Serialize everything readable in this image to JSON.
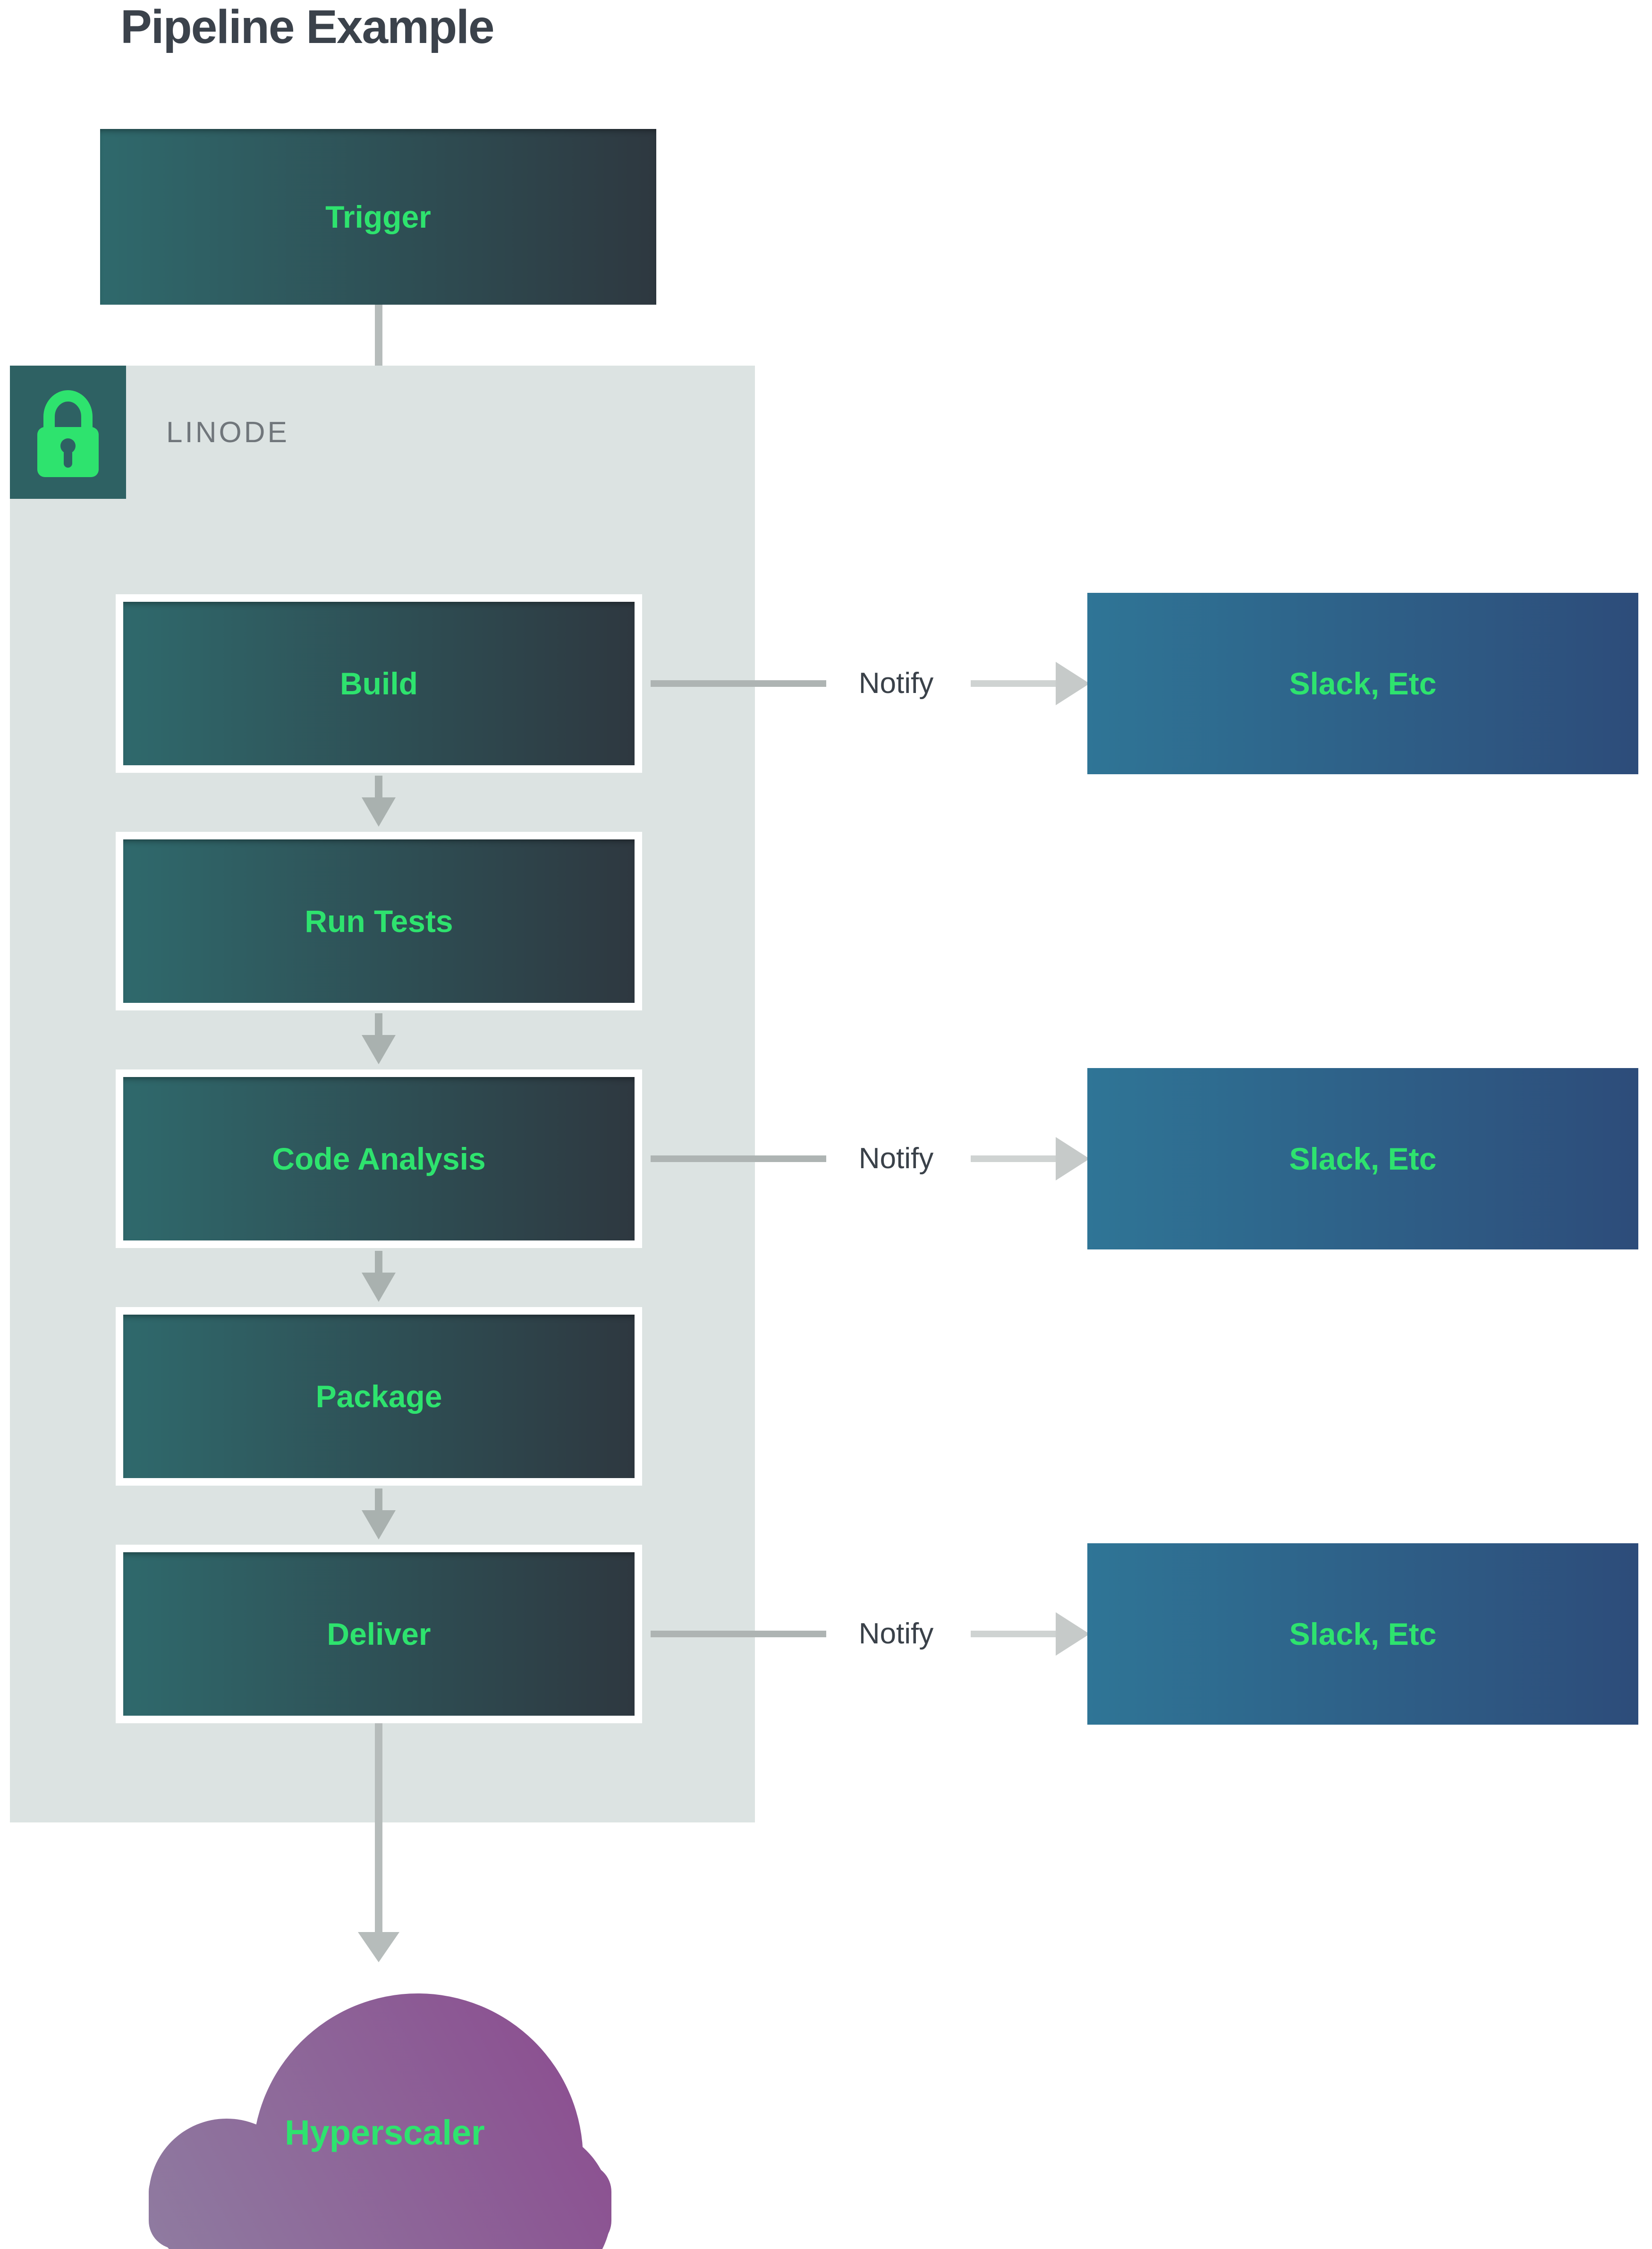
{
  "title": "Pipeline Example",
  "trigger": {
    "label": "Trigger"
  },
  "linode": {
    "label": "LINODE",
    "icon": "lock-icon"
  },
  "stages": [
    {
      "label": "Build"
    },
    {
      "label": "Run Tests"
    },
    {
      "label": "Code Analysis"
    },
    {
      "label": "Package"
    },
    {
      "label": "Deliver"
    }
  ],
  "notify_rows": [
    {
      "label": "Notify",
      "target": "Slack, Etc"
    },
    {
      "label": "Notify",
      "target": "Slack, Etc"
    },
    {
      "label": "Notify",
      "target": "Slack, Etc"
    }
  ],
  "cloud": {
    "label": "Hyperscaler"
  },
  "colors": {
    "accent_green": "#2ee36e",
    "stage_gradient_start": "#2f696c",
    "stage_gradient_end": "#2e3840",
    "slack_gradient_start": "#2f7596",
    "slack_gradient_end": "#2d4c7a",
    "cloud_gradient_start": "#8f7ba0",
    "cloud_gradient_end": "#8b4a8f",
    "container_bg": "#dce3e2",
    "lock_badge_bg": "#2e6163",
    "arrow_gray": "#b6bcbb",
    "title_text": "#3b424b",
    "notify_text": "#3a4149",
    "linode_text": "#70767b"
  }
}
